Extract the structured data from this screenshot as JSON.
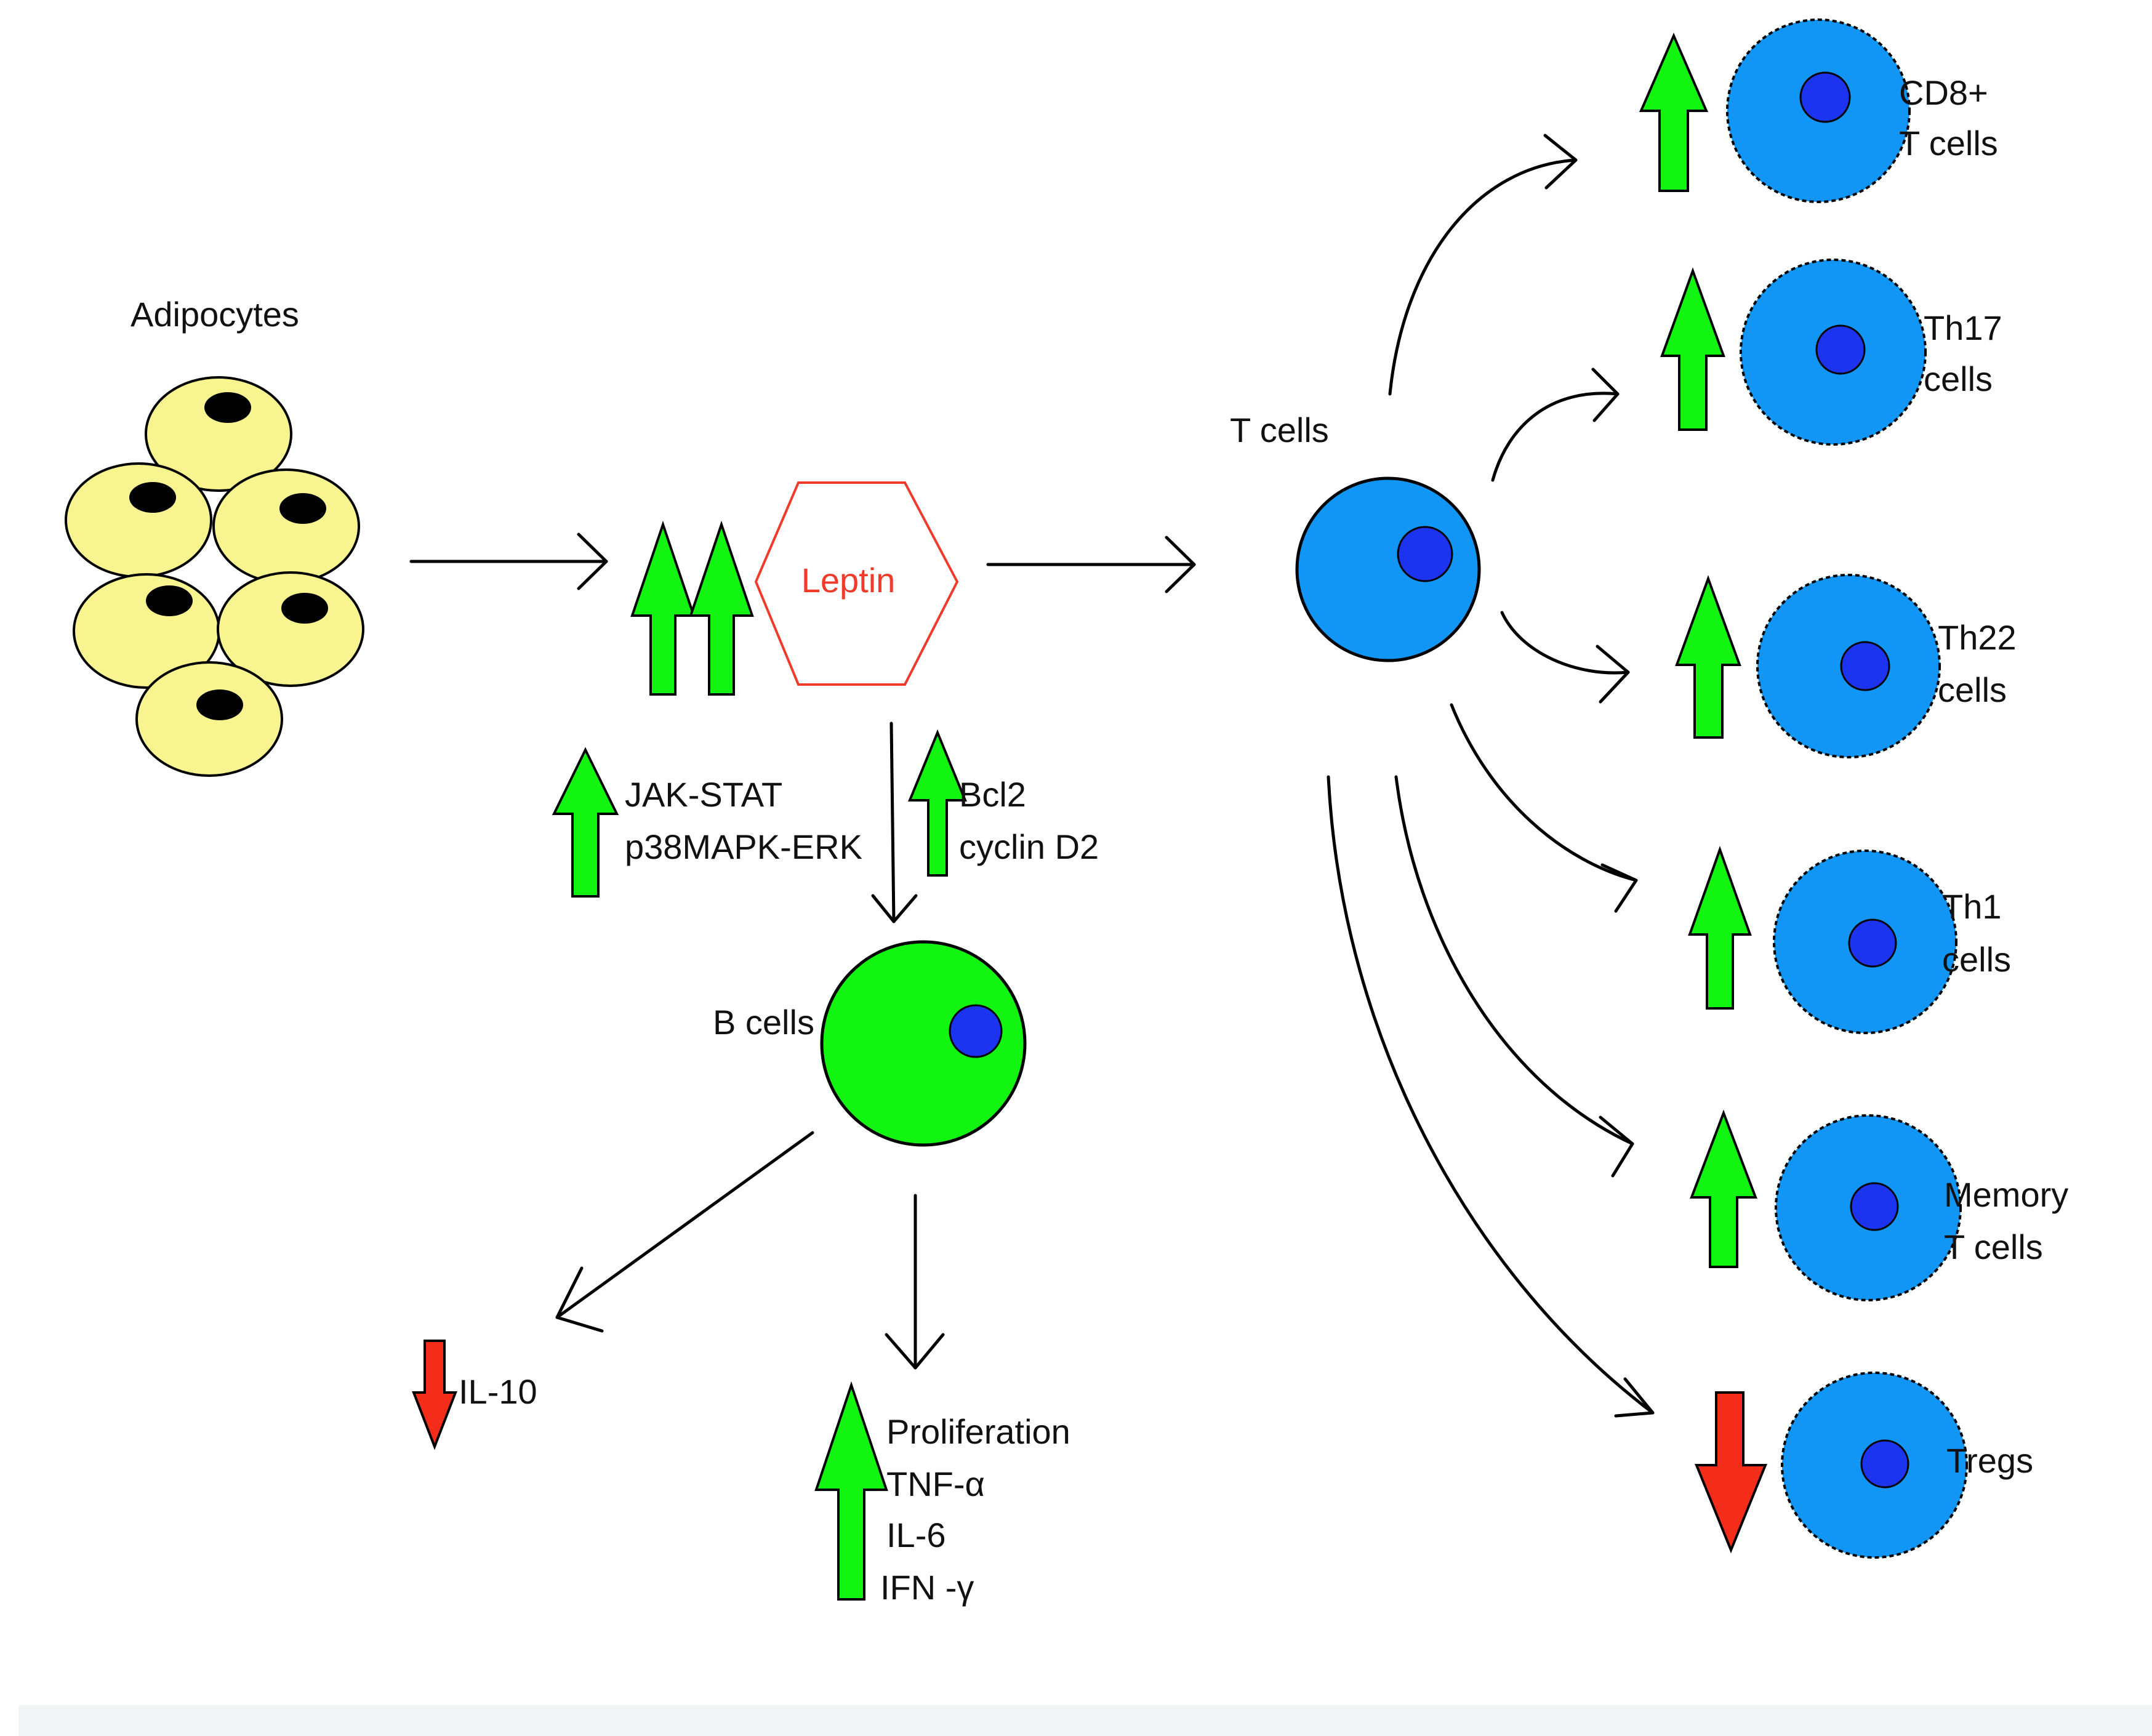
{
  "labels": {
    "adipocytes": "Adipocytes",
    "leptin": "Leptin",
    "t_cells": "T cells",
    "b_cells": "B cells",
    "jak_stat": "JAK-STAT",
    "p38mapk": "p38MAPK-ERK",
    "bcl2": "Bcl2",
    "cyclin": "cyclin D2",
    "il10": "IL-10",
    "proliferation": "Proliferation",
    "tnf": "TNF-α",
    "il6": "IL-6",
    "ifn": "IFN -γ"
  },
  "t_subsets": [
    {
      "line1": "CD8+",
      "line2": "T cells",
      "direction": "up"
    },
    {
      "line1": "Th17",
      "line2": "cells",
      "direction": "up"
    },
    {
      "line1": "Th22",
      "line2": "cells",
      "direction": "up"
    },
    {
      "line1": "Th1",
      "line2": "cells",
      "direction": "up"
    },
    {
      "line1": "Memory",
      "line2": "T cells",
      "direction": "up"
    },
    {
      "line1": "Tregs",
      "line2": "",
      "direction": "down"
    }
  ],
  "colors": {
    "increase_arrow": "#11f511",
    "decrease_arrow": "#f42d1b",
    "adipocyte": "#f8f590",
    "t_cell": "#1296f5",
    "b_cell": "#11f511",
    "nucleus": "#1c34f0",
    "leptin": "#f03a2a"
  }
}
